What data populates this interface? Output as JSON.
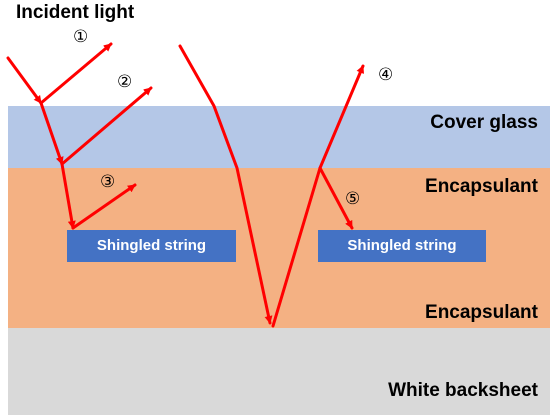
{
  "title": "Incident light",
  "layers": {
    "cover_glass": {
      "label": "Cover glass",
      "color": "#b4c7e7"
    },
    "encapsulant_top": {
      "label": "Encapsulant",
      "color": "#f4b183"
    },
    "encapsulant_bottom": {
      "label": "Encapsulant",
      "color": "#f4b183"
    },
    "backsheet": {
      "label": "White backsheet",
      "color": "#d9d9d9"
    }
  },
  "cells": {
    "left": "Shingled string",
    "right": "Shingled string",
    "color": "#4472c4"
  },
  "paths": {
    "p1": "①",
    "p2": "②",
    "p3": "③",
    "p4": "④",
    "p5": "⑤"
  },
  "arrow_color": "#ff0000"
}
